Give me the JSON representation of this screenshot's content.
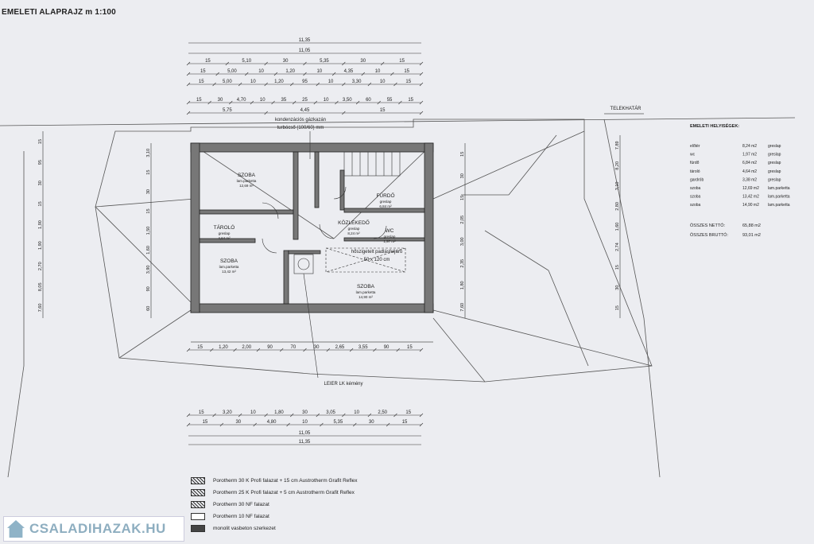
{
  "title": "EMELETI ALAPRAJZ m 1:100",
  "dims_top": {
    "total_outer": "11,35",
    "total_inner": "11,05",
    "row3": [
      "15",
      "5,10",
      "30",
      "5,35",
      "30",
      "15"
    ],
    "row4": [
      "15",
      "5,00",
      "10",
      "1,20",
      "10",
      "4,35",
      "10",
      "15"
    ],
    "row5": [
      "15",
      "5,00",
      "10",
      "1,20",
      "95",
      "10",
      "3,30",
      "10",
      "15"
    ],
    "row6": [
      "15",
      "30",
      "4,70",
      "10",
      "35",
      "25",
      "10",
      "3,50",
      "60",
      "55",
      "15"
    ],
    "row7": [
      "5,75",
      "4,45",
      "15"
    ]
  },
  "dims_bottom": {
    "row1": [
      "15",
      "1,20",
      "2,00",
      "90",
      "70",
      "30",
      "2,65",
      "3,55",
      "90",
      "15"
    ],
    "row2": [
      "15",
      "3,20",
      "10",
      "1,80",
      "30",
      "3,05",
      "10",
      "2,50",
      "15"
    ],
    "row3": [
      "15",
      "30",
      "4,80",
      "10",
      "5,35",
      "30",
      "15"
    ],
    "total_inner": "11,05",
    "total_outer": "11,35"
  },
  "dims_left": [
    "15",
    "95",
    "30",
    "15",
    "1,90",
    "1,90",
    "2,70",
    "8,05",
    "7,60",
    "3,10",
    "15",
    "30",
    "15",
    "1,50",
    "1,60",
    "3,90",
    "90",
    "60"
  ],
  "dims_right": [
    "15",
    "30",
    "15",
    "2,05",
    "3,00",
    "2,35",
    "1,80",
    "7,60",
    "7,89",
    "8,20",
    "3,10",
    "2,80",
    "1,60",
    "2,74",
    "15",
    "30",
    "15"
  ],
  "annotations": {
    "boiler": "kondenzációs gázkazán",
    "flue": "turbócső (100/60) mm",
    "chimney": "LEIER LK kémény",
    "plot_boundary": "TELEKHATÁR",
    "attic_hatch": "hőszigetelt padlásfeljáró",
    "attic_hatch_size": "50 x 120 cm"
  },
  "rooms": [
    {
      "name": "SZOBA",
      "floor": "lam.parketta",
      "area": "12,69 m²"
    },
    {
      "name": "TÁROLÓ",
      "floor": "greslap",
      "area": "4,64 m²"
    },
    {
      "name": "SZOBA",
      "floor": "lam.parketta",
      "area": "13,42 m²"
    },
    {
      "name": "FÜRDŐ",
      "floor": "greslap",
      "area": "6,84 m²"
    },
    {
      "name": "WC",
      "floor": "greslap",
      "area": "1,97 m²"
    },
    {
      "name": "KÖZLEKEDŐ",
      "floor": "greslap",
      "area": "8,24 m²"
    },
    {
      "name": "SZOBA",
      "floor": "lam.parketta",
      "area": "14,90 m²"
    }
  ],
  "schedule": {
    "title": "EMELETI HELYISÉGEK:",
    "rows": [
      {
        "name": "előtér",
        "area": "8,24 m2",
        "floor": "greslap"
      },
      {
        "name": "wc",
        "area": "1,97 m2",
        "floor": "greslap"
      },
      {
        "name": "fürdő",
        "area": "6,84 m2",
        "floor": "greslap"
      },
      {
        "name": "tároló",
        "area": "4,64 m2",
        "floor": "greslap"
      },
      {
        "name": "gardrób",
        "area": "3,38 m2",
        "floor": "greslap"
      },
      {
        "name": "szoba",
        "area": "12,69 m2",
        "floor": "lam.parketta"
      },
      {
        "name": "szoba",
        "area": "13,42 m2",
        "floor": "lam.parketta"
      },
      {
        "name": "szoba",
        "area": "14,90 m2",
        "floor": "lam.parketta"
      }
    ],
    "net_label": "ÖSSZES NETTÓ:",
    "net_value": "65,88 m2",
    "gross_label": "ÖSSZES BRUTTÓ:",
    "gross_value": "93,01 m2"
  },
  "legend": [
    {
      "label": "Porotherm 30 K Profi falazat + 15 cm Austrotherm Grafit Reflex",
      "style": "hatch"
    },
    {
      "label": "Porotherm 25 K Profi falazat + 5 cm Austrotherm Grafit Reflex",
      "style": "hatch"
    },
    {
      "label": "Porotherm 30 NF falazat",
      "style": "hatch"
    },
    {
      "label": "Porotherm 10 NF falazat",
      "style": "empty"
    },
    {
      "label": "monolit vasbeton szerkezet",
      "style": "solid"
    }
  ],
  "watermark": "CSALADIHAZAK.HU",
  "colors": {
    "line": "#333333",
    "paper": "#ecedf1",
    "watermark": "#8eaec0"
  }
}
